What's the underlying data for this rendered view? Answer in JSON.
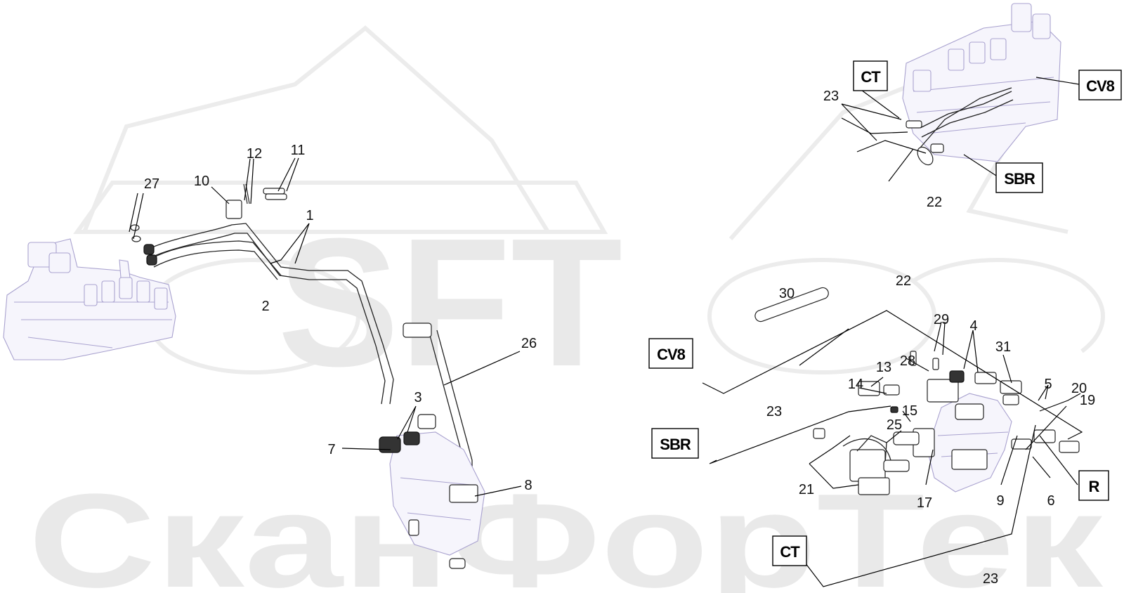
{
  "watermark": {
    "logo": "SFT",
    "company": "СканФорТек"
  },
  "reference_labels": {
    "ct": "CT",
    "cv8": "CV8",
    "sbr": "SBR",
    "r": "R"
  },
  "callouts": {
    "c1": "1",
    "c2": "2",
    "c3": "3",
    "c4": "4",
    "c5": "5",
    "c6": "6",
    "c7": "7",
    "c8": "8",
    "c9": "9",
    "c10": "10",
    "c11": "11",
    "c12": "12",
    "c13": "13",
    "c14": "14",
    "c15": "15",
    "c17": "17",
    "c19": "19",
    "c20": "20",
    "c21": "21",
    "c22": "22",
    "c23": "23",
    "c25": "25",
    "c26": "26",
    "c27": "27",
    "c28": "28",
    "c29": "29",
    "c30": "30",
    "c31": "31"
  },
  "colors": {
    "machine_outline": "#a9a2cf",
    "watermark": "#e9e9e9",
    "ink": "#111111"
  }
}
